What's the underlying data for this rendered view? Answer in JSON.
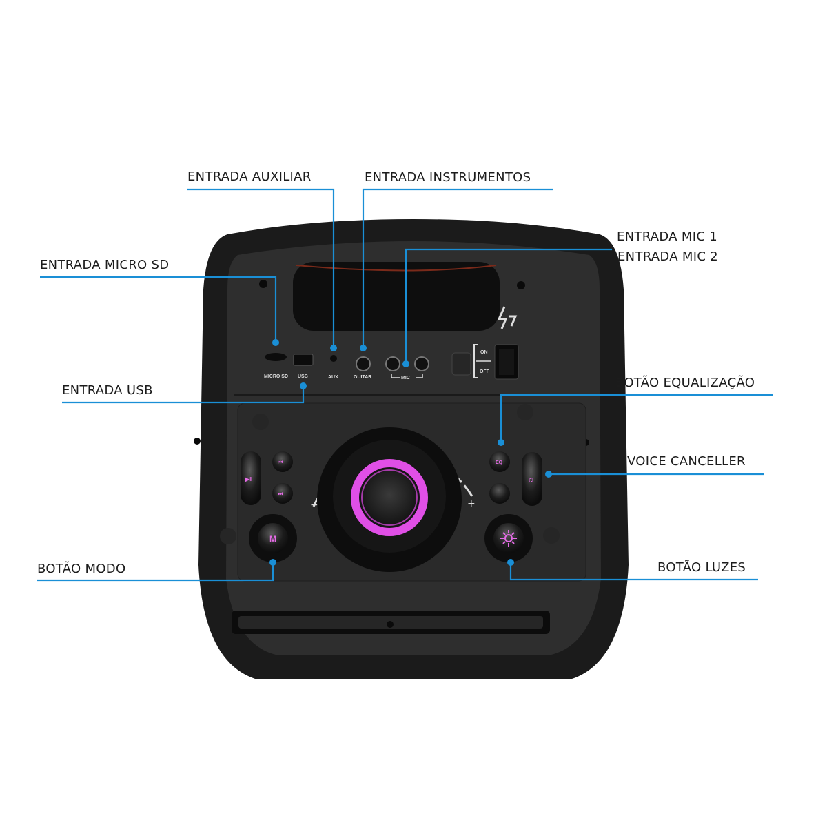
{
  "callouts": {
    "aux": "ENTRADA AUXILIAR",
    "instruments": "ENTRADA INSTRUMENTOS",
    "mic1": "ENTRADA MIC 1",
    "mic2": "ENTRADA MIC 2",
    "micro_sd": "ENTRADA MICRO SD",
    "usb": "ENTRADA USB",
    "eq": "BOTÃO EQUALIZAÇÃO",
    "voice": "VOICE CANCELLER",
    "mode": "BOTÃO MODO",
    "lights": "BOTÃO LUZES"
  },
  "panel_labels": {
    "micro_sd": "MICRO SD",
    "usb": "USB",
    "aux": "AUX",
    "guitar": "GUITAR",
    "mic": "MIC",
    "on": "ON",
    "off": "OFF",
    "mode_button": "M",
    "eq_button": "EQ",
    "minus": "−",
    "plus": "+"
  },
  "colors": {
    "accent": "#1a8fd6",
    "led": "#e04fe6",
    "body": "#2a2a2a"
  }
}
